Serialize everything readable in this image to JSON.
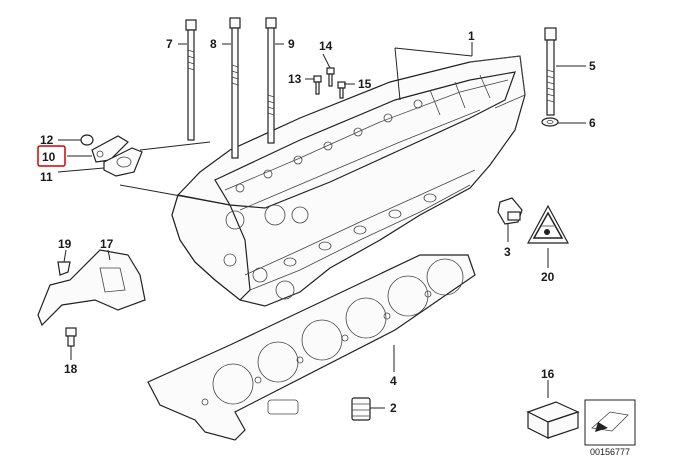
{
  "diagram": {
    "callouts": {
      "c1": "1",
      "c2": "2",
      "c3": "3",
      "c4": "4",
      "c5": "5",
      "c6": "6",
      "c7": "7",
      "c8": "8",
      "c9": "9",
      "c10": "10",
      "c11": "11",
      "c12": "12",
      "c13": "13",
      "c14": "14",
      "c15": "15",
      "c16": "16",
      "c17": "17",
      "c18": "18",
      "c19": "19",
      "c20": "20"
    },
    "highlighted_callout": "10",
    "highlight_color": "#d40000",
    "line_color": "#222222",
    "document_number": "00156777"
  }
}
